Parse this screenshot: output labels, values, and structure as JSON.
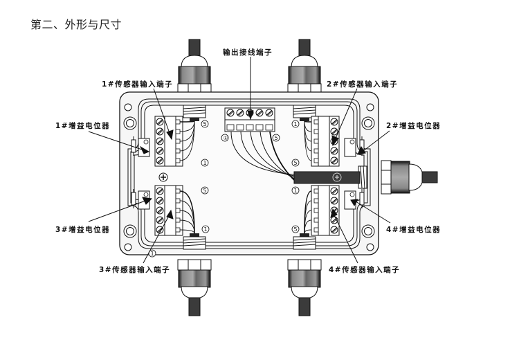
{
  "title": "第二、外形与尺寸",
  "labels": {
    "output_terminal": "输出接线端子",
    "sensor1": "1#传感器输入端子",
    "sensor2": "2#传感器输入端子",
    "sensor3": "3#传感器输入端子",
    "sensor4": "4#传感器输入端子",
    "gain1": "1#增益电位器",
    "gain2": "2#增益电位器",
    "gain3": "3#增益电位器",
    "gain4": "4#增益电位器"
  },
  "pin_markers": {
    "first": "①",
    "last": "⑤"
  },
  "colors": {
    "line": "#111111",
    "cable": "#3a3a3a",
    "gland": "#8a8a8a",
    "box": "#f4f4f4"
  }
}
